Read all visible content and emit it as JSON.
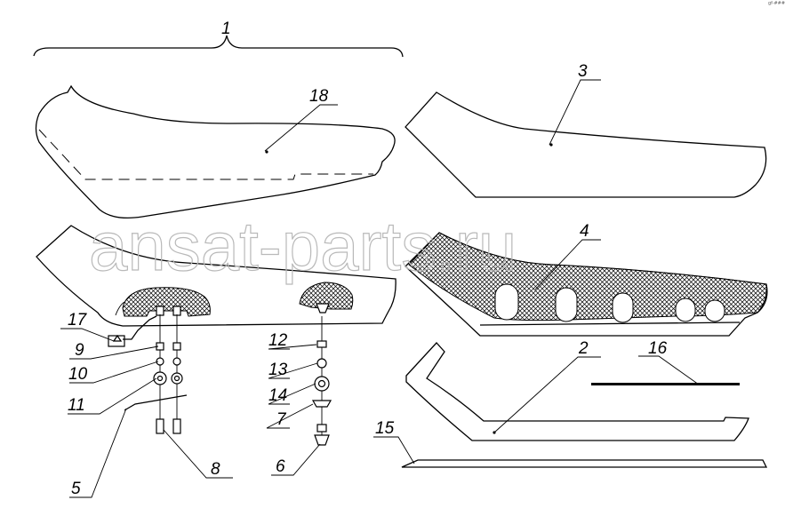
{
  "watermark": "ansat-parts.ru",
  "corner_mark": "gf-###",
  "callouts": {
    "c1": "1",
    "c2": "2",
    "c3": "3",
    "c4": "4",
    "c5": "5",
    "c6": "6",
    "c7": "7",
    "c8": "8",
    "c9": "9",
    "c10": "10",
    "c11": "11",
    "c12": "12",
    "c13": "13",
    "c14": "14",
    "c15": "15",
    "c16": "16",
    "c17": "17",
    "c18": "18"
  }
}
